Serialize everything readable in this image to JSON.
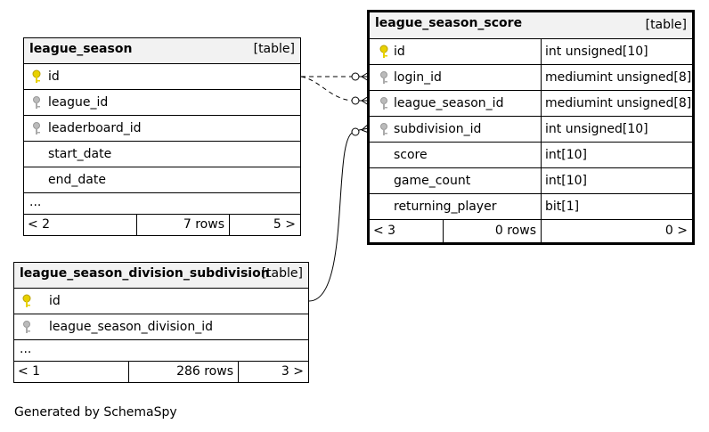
{
  "tables": {
    "league_season": {
      "name": "league_season",
      "type": "[table]",
      "columns": [
        {
          "name": "id",
          "key": "primary"
        },
        {
          "name": "league_id",
          "key": "foreign"
        },
        {
          "name": "leaderboard_id",
          "key": "foreign"
        },
        {
          "name": "start_date",
          "key": "none"
        },
        {
          "name": "end_date",
          "key": "none"
        }
      ],
      "ellipsis": "...",
      "footer": {
        "parents": "< 2",
        "rows": "7 rows",
        "children": "5 >"
      }
    },
    "league_season_score": {
      "name": "league_season_score",
      "type": "[table]",
      "columns": [
        {
          "name": "id",
          "type": "int unsigned[10]",
          "key": "primary"
        },
        {
          "name": "login_id",
          "type": "mediumint unsigned[8]",
          "key": "foreign"
        },
        {
          "name": "league_season_id",
          "type": "mediumint unsigned[8]",
          "key": "foreign"
        },
        {
          "name": "subdivision_id",
          "type": "int unsigned[10]",
          "key": "foreign"
        },
        {
          "name": "score",
          "type": "int[10]",
          "key": "none"
        },
        {
          "name": "game_count",
          "type": "int[10]",
          "key": "none"
        },
        {
          "name": "returning_player",
          "type": "bit[1]",
          "key": "none"
        }
      ],
      "footer": {
        "parents": "< 3",
        "rows": "0 rows",
        "children": "0 >"
      }
    },
    "league_season_division_subdivision": {
      "name": "league_season_division_subdivision",
      "type": "[table]",
      "columns": [
        {
          "name": "id",
          "key": "primary"
        },
        {
          "name": "league_season_division_id",
          "key": "foreign"
        }
      ],
      "ellipsis": "...",
      "footer": {
        "parents": "< 1",
        "rows": "286 rows",
        "children": "3 >"
      }
    }
  },
  "colors": {
    "primary_key": "#e8d100",
    "foreign_key": "#aaaaaa",
    "header_bg": "#f2f2f2"
  },
  "generated_by": "Generated by SchemaSpy"
}
